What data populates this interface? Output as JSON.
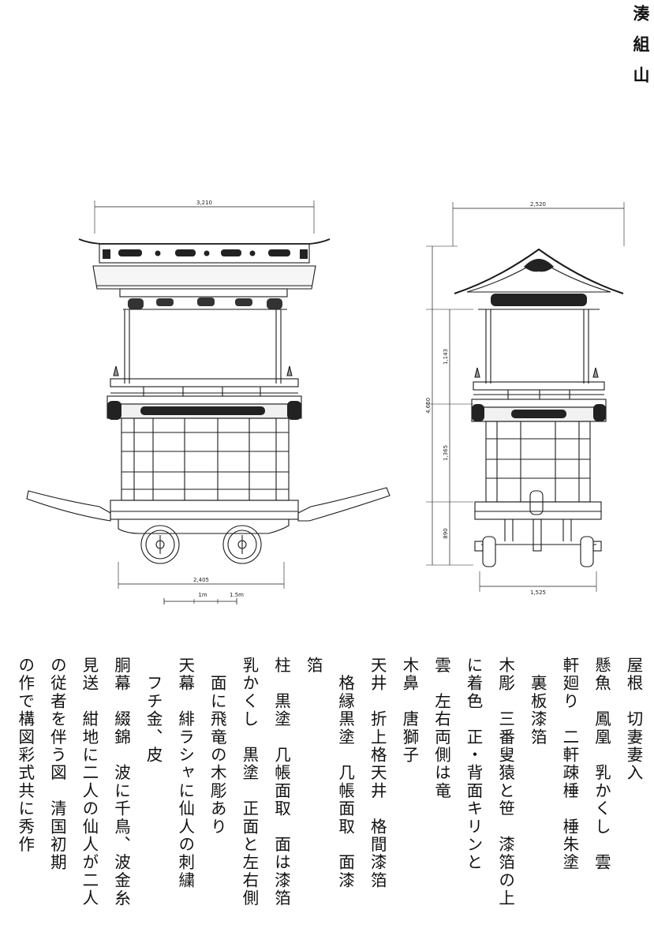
{
  "title": "湊組山",
  "dimensions": {
    "side_width_top": "3,210",
    "side_width_bottom": "2,405",
    "front_width_top": "2,520",
    "front_width_bottom": "1,525",
    "total_height": "4,660",
    "height_upper": "1,143",
    "height_middle": "1,365",
    "height_lower": "890"
  },
  "scale_bar": {
    "mid": "1m",
    "end": "1.5m"
  },
  "description_lines": [
    "屋根　切妻妻入",
    "懸魚　鳳凰　乳かくし　雲",
    "軒廻り　二軒疎棰　棰朱塗",
    "　裏板漆箔",
    "木彫　三番叟猿と笹　漆箔の上",
    "に着色　正・背面キリンと",
    "雲　左右両側は竜",
    "木鼻　唐獅子",
    "天井　折上格天井　格間漆箔",
    "　格縁黒塗　几帳面取　面漆",
    "箔",
    "柱　黒塗　几帳面取　面は漆箔",
    "乳かくし　黒塗　正面と左右側",
    "　面に飛竜の木彫あり",
    "天幕　緋ラシャに仙人の刺繍",
    "　フチ金、皮",
    "胴幕　綴錦　波に千鳥、波金糸",
    "見送　紺地に二人の仙人が二人",
    "の従者を伴う図　清国初期",
    "の作で構図彩式共に秀作"
  ]
}
